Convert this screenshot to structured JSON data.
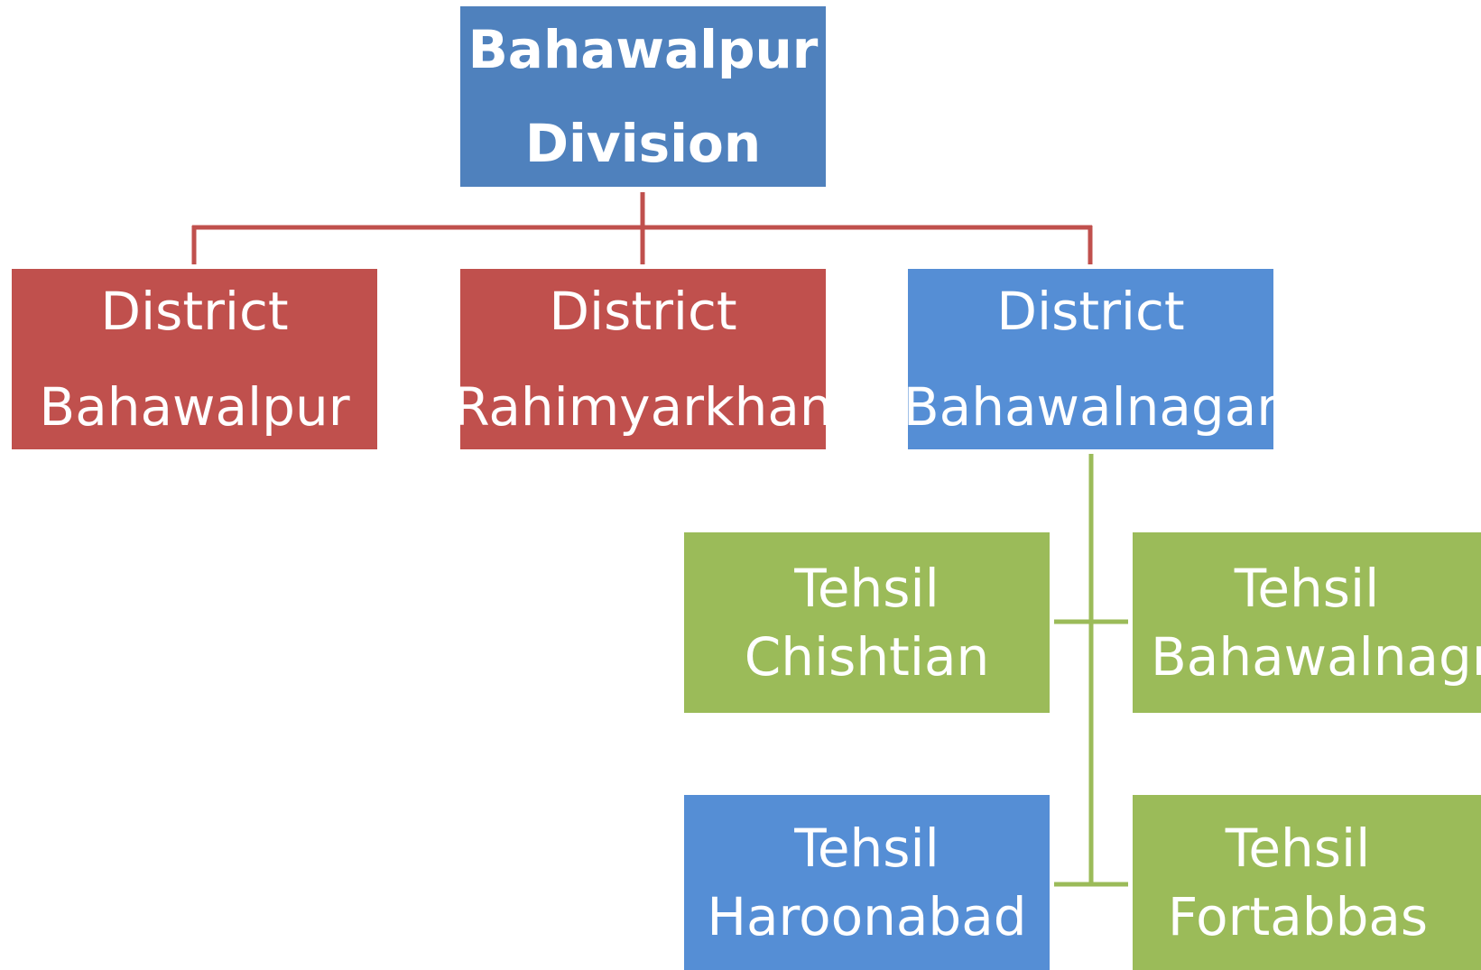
{
  "colors": {
    "dark_blue": "#4F81BD",
    "red": "#C0504D",
    "light_blue": "#558ED5",
    "green": "#9BBB59",
    "red_connector": "#C0504D",
    "green_connector": "#9BBB59"
  },
  "root": {
    "line1": "Bahawalpur",
    "line2": "Division"
  },
  "districts": [
    {
      "line1": "District",
      "line2": "Bahawalpur"
    },
    {
      "line1": "District",
      "line2": "Rahimyarkhan"
    },
    {
      "line1": "District",
      "line2": "Bahawalnagar"
    }
  ],
  "tehsils": [
    {
      "line1": "Tehsil",
      "line2": "Chishtian"
    },
    {
      "line1": "Tehsil",
      "line2": "Bahawalnagr"
    },
    {
      "line1": "Tehsil",
      "line2": "Haroonabad"
    },
    {
      "line1": "Tehsil",
      "line2": "Fortabbas"
    }
  ]
}
